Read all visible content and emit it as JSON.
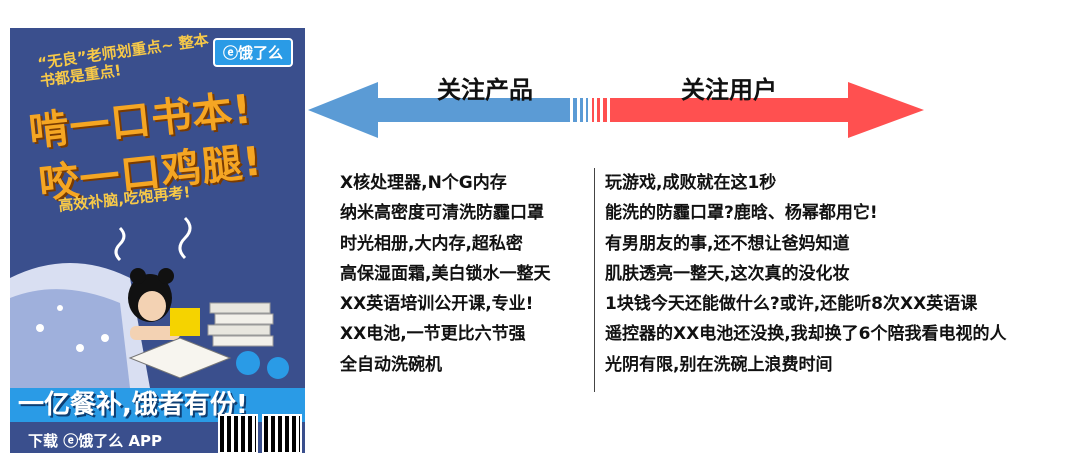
{
  "poster": {
    "logo": "ⓔ饿了么",
    "tag": "“无良”老师划重点~ 整本书都是重点!",
    "headline1": "啃一口书本!",
    "headline2": "咬一口鸡腿!",
    "subline": "高效补脑,吃饱再考!",
    "banner": "一亿餐补,饿者有份!",
    "download": "下载 ⓔ饿了么 APP"
  },
  "arrow": {
    "left_label": "关注产品",
    "right_label": "关注用户",
    "left_color": "#5b9bd5",
    "right_color": "#ff5050"
  },
  "left_list": [
    "X核处理器,N个G内存",
    "纳米高密度可清洗防霾口罩",
    "时光相册,大内存,超私密",
    "高保湿面霜,美白锁水一整天",
    "XX英语培训公开课,专业!",
    "XX电池,一节更比六节强",
    "全自动洗碗机"
  ],
  "right_list": [
    "玩游戏,成败就在这1秒",
    "能洗的防霾口罩?鹿晗、杨幂都用它!",
    "有男朋友的事,还不想让爸妈知道",
    "肌肤透亮一整天,这次真的没化妆",
    "1块钱今天还能做什么?或许,还能听8次XX英语课",
    "遥控器的XX电池还没换,我却换了6个陪我看电视的人",
    "光阴有限,别在洗碗上浪费时间"
  ]
}
